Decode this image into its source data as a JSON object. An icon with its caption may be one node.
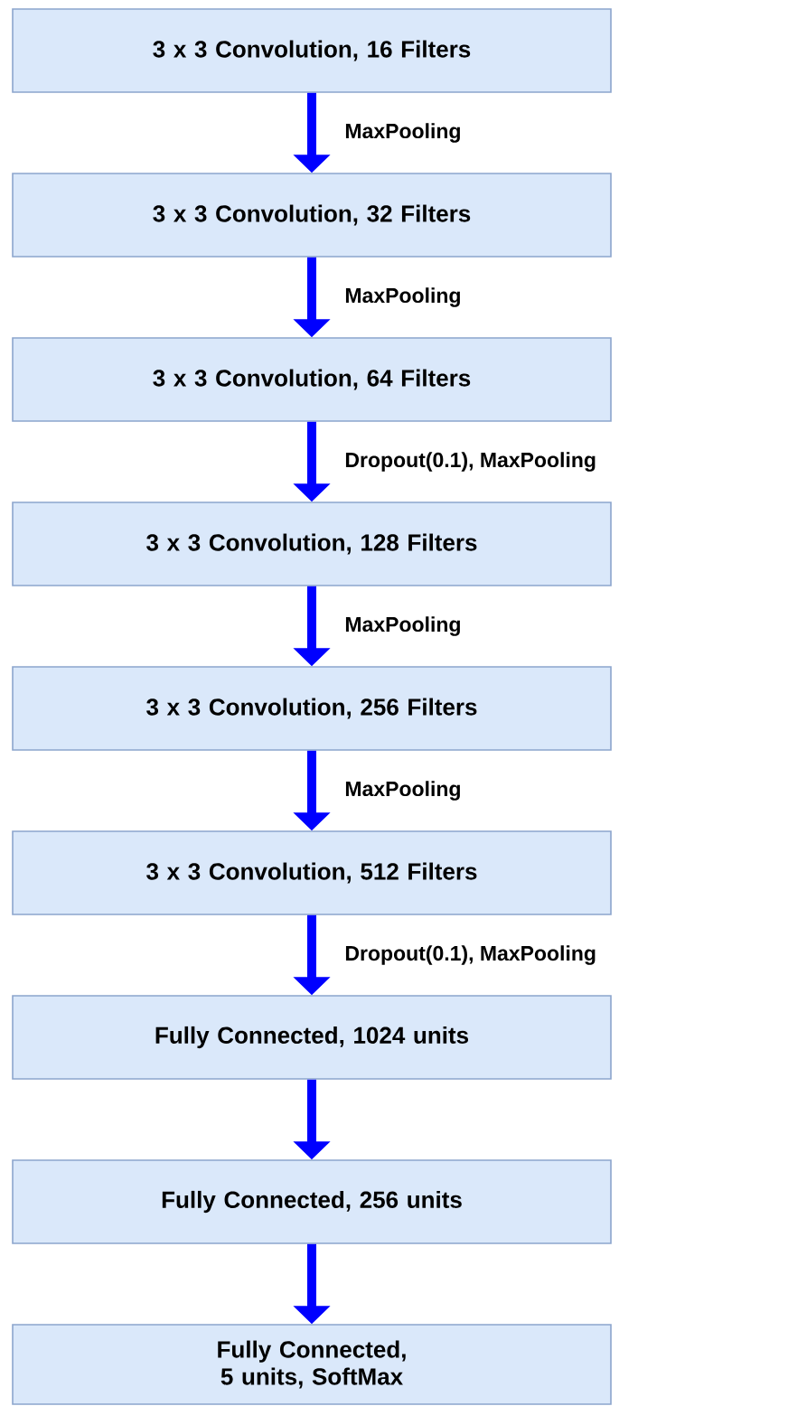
{
  "diagram": {
    "nodes": [
      {
        "text": [
          "3 x 3 Convolution, 16 Filters"
        ]
      },
      {
        "text": [
          "3 x 3 Convolution, 32 Filters"
        ]
      },
      {
        "text": [
          "3 x 3 Convolution, 64 Filters"
        ]
      },
      {
        "text": [
          "3 x 3 Convolution, 128 Filters"
        ]
      },
      {
        "text": [
          "3 x 3 Convolution, 256 Filters"
        ]
      },
      {
        "text": [
          "3 x 3 Convolution, 512 Filters"
        ]
      },
      {
        "text": [
          "Fully Connected, 1024 units"
        ]
      },
      {
        "text": [
          "Fully Connected, 256 units"
        ]
      },
      {
        "text": [
          "Fully Connected, 5 units, SoftMax"
        ]
      }
    ],
    "edges": [
      {
        "from": 0,
        "to": 1,
        "arrow": "to",
        "label": "MaxPooling"
      },
      {
        "from": 1,
        "to": 2,
        "arrow": "to",
        "label": "MaxPooling"
      },
      {
        "from": 2,
        "to": 3,
        "arrow": "to",
        "label": "Dropout(0.1), MaxPooling"
      },
      {
        "from": 3,
        "to": 4,
        "arrow": "to",
        "label": "MaxPooling"
      },
      {
        "from": 4,
        "to": 5,
        "arrow": "to",
        "label": "MaxPooling"
      },
      {
        "from": 5,
        "to": 6,
        "arrow": "to",
        "label": "Dropout(0.1), MaxPooling"
      },
      {
        "from": 6,
        "to": 7,
        "arrow": "to"
      },
      {
        "from": 7,
        "to": 8,
        "arrow": "to"
      }
    ]
  }
}
